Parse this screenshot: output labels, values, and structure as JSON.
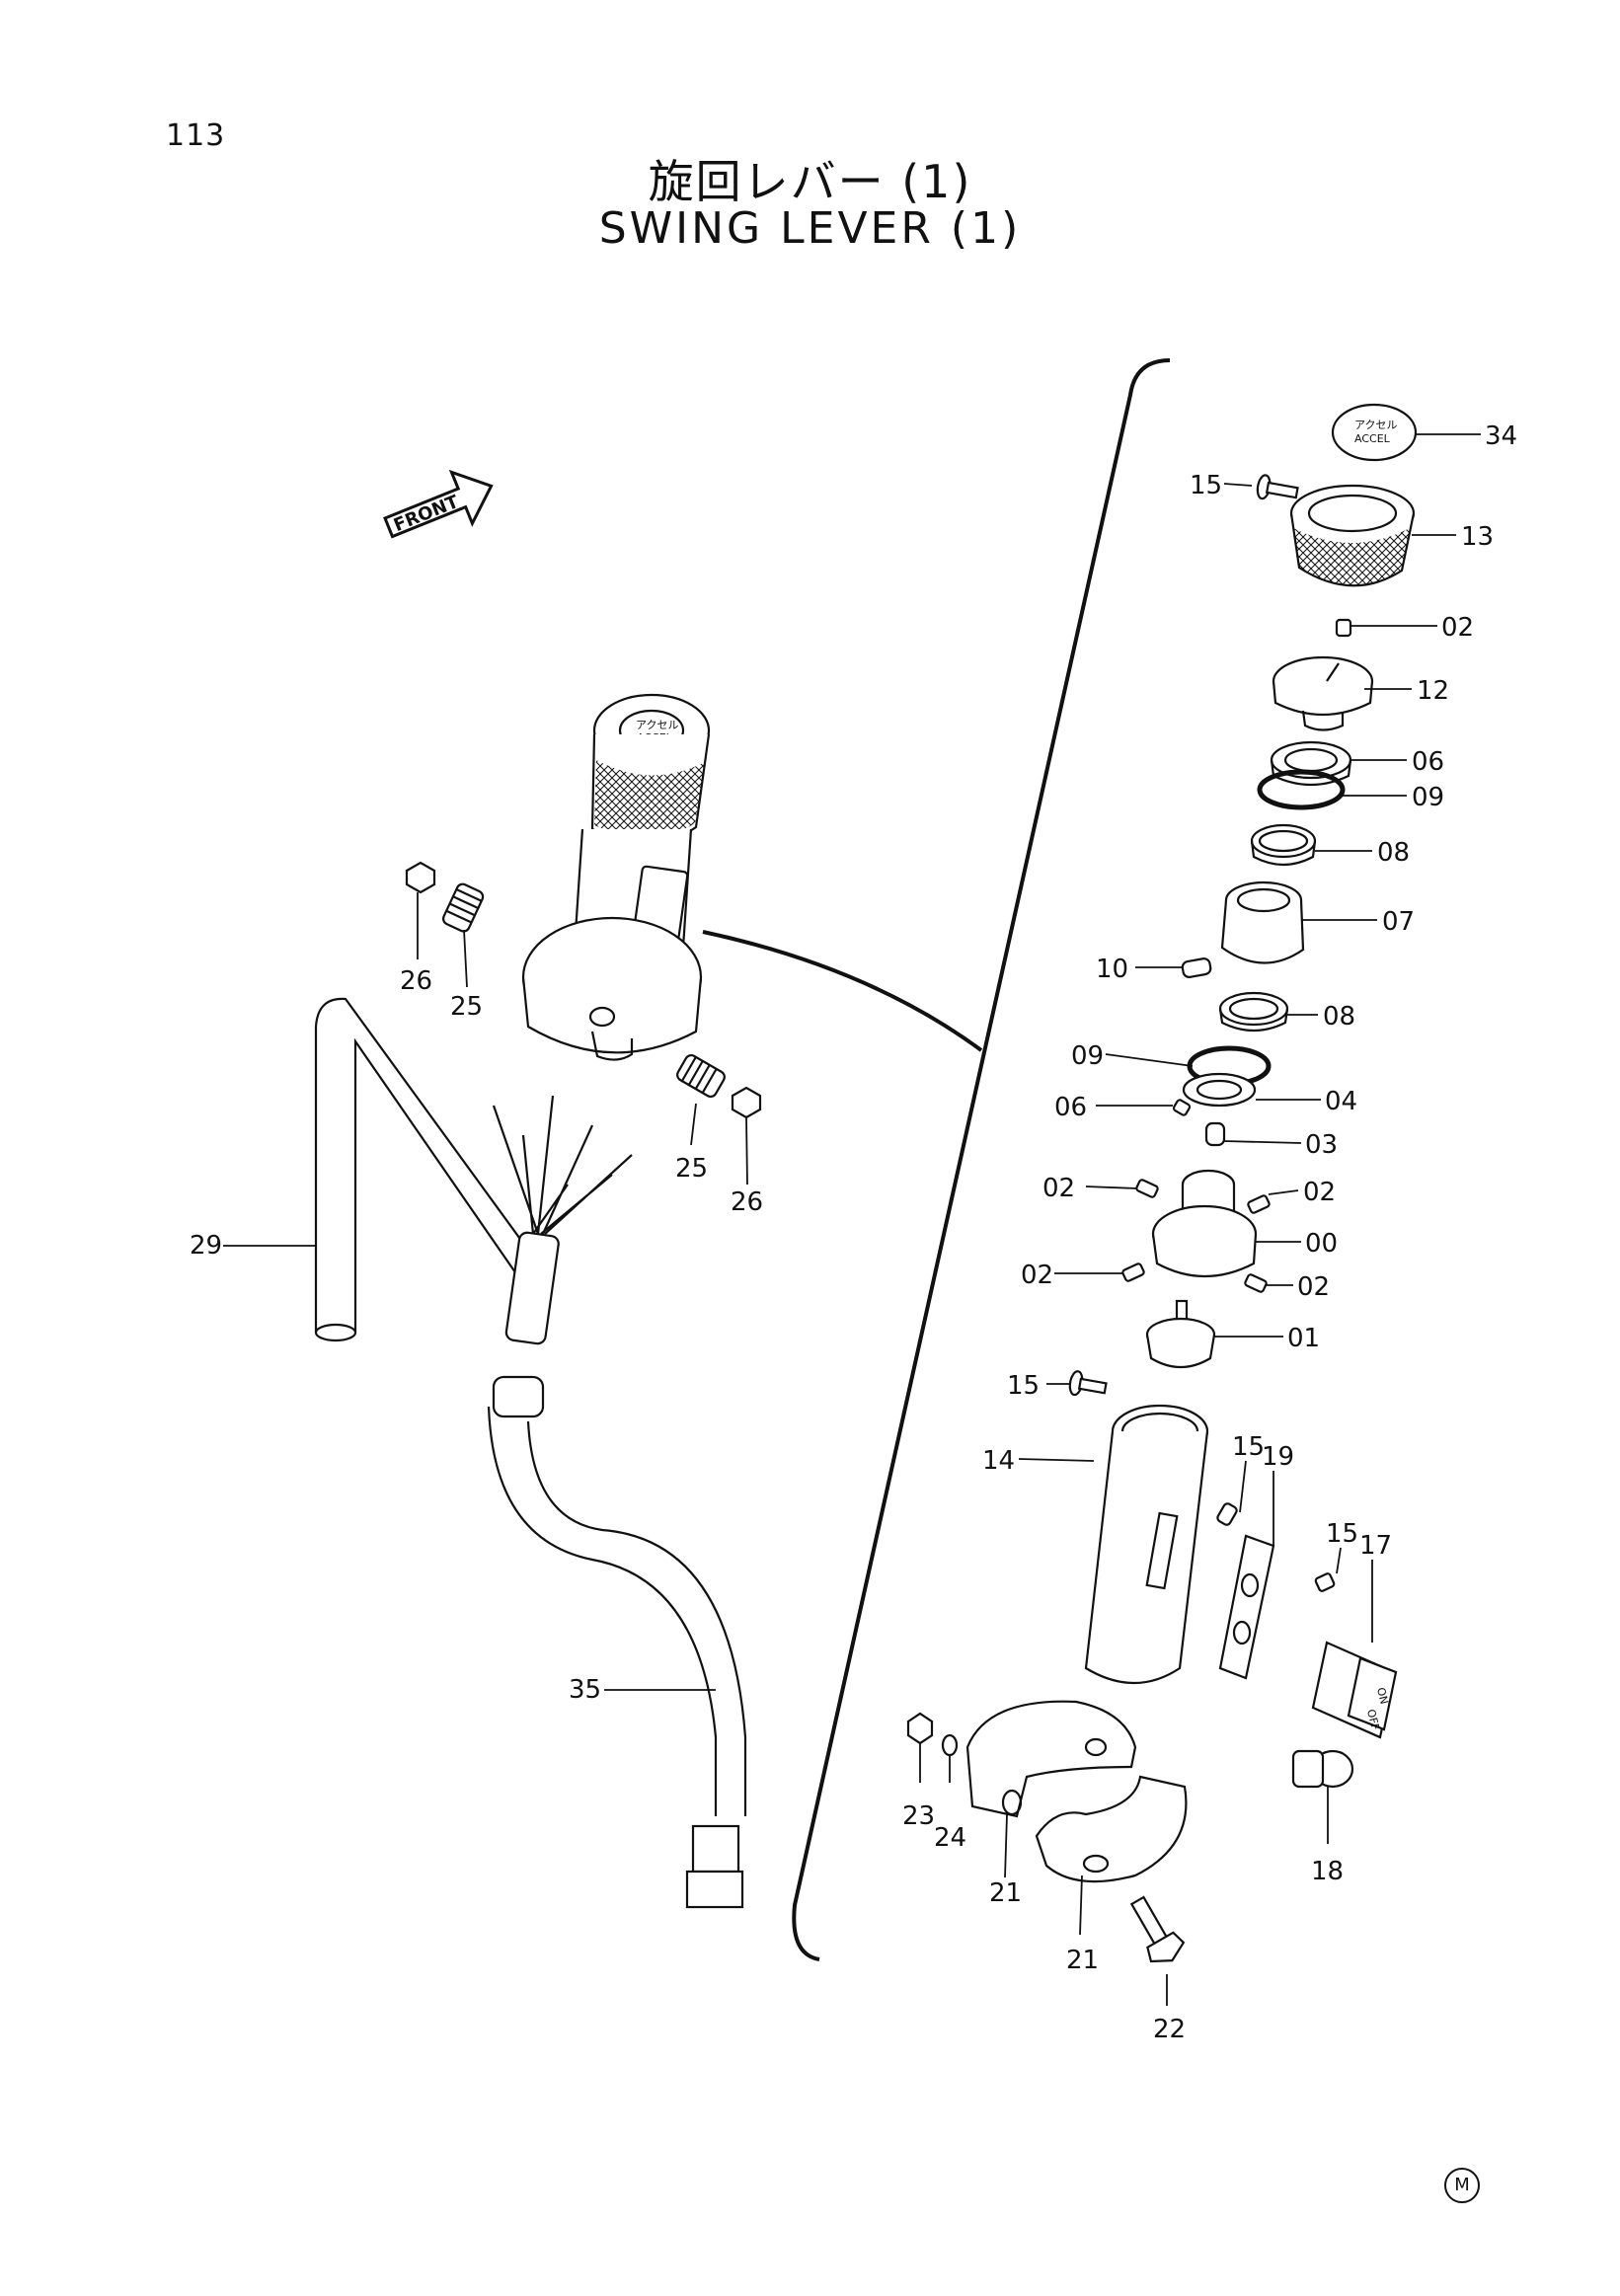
{
  "page": {
    "number": "113"
  },
  "title": {
    "japanese": "旋回レバー (1)",
    "english": "SWING LEVER (1)"
  },
  "front_arrow_label": "FRONT",
  "stamp_label": "M",
  "cap_text": {
    "line1": "アクセル",
    "line2": "ACCEL"
  },
  "switch_text": {
    "on": "ON",
    "off": "OFF"
  },
  "callouts": [
    "34",
    "15",
    "13",
    "02",
    "12",
    "06",
    "09",
    "08",
    "07",
    "10",
    "08",
    "09",
    "04",
    "06",
    "03",
    "02",
    "02",
    "00",
    "02",
    "02",
    "01",
    "15",
    "14",
    "15",
    "19",
    "15",
    "17",
    "18",
    "23",
    "24",
    "21",
    "21",
    "22",
    "26",
    "25",
    "25",
    "26",
    "29",
    "35"
  ]
}
